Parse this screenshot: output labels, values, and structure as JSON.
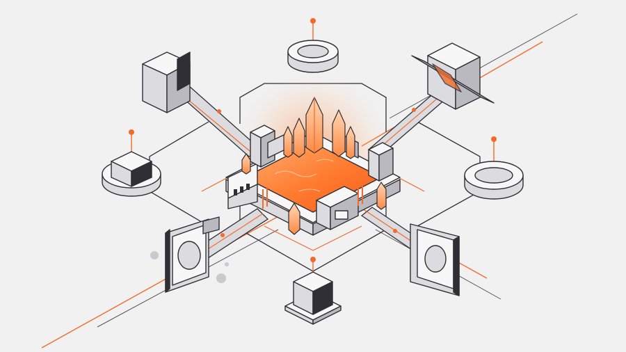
{
  "palette": {
    "background": "#f1f1f2",
    "line": "#2e2e33",
    "face_top": "#f7f7f8",
    "face_left": "#dcdce0",
    "face_right": "#b9b9bf",
    "face_dark": "#2f2f35",
    "accent": "#f26b2a",
    "accent_light": "#ff9a55",
    "accent_glow": "#ffd2b0"
  },
  "icons": {
    "core": "glowing-crystal-fortress",
    "nodes": [
      "cube-block",
      "ring-node",
      "prism-block",
      "gate-frame"
    ]
  }
}
